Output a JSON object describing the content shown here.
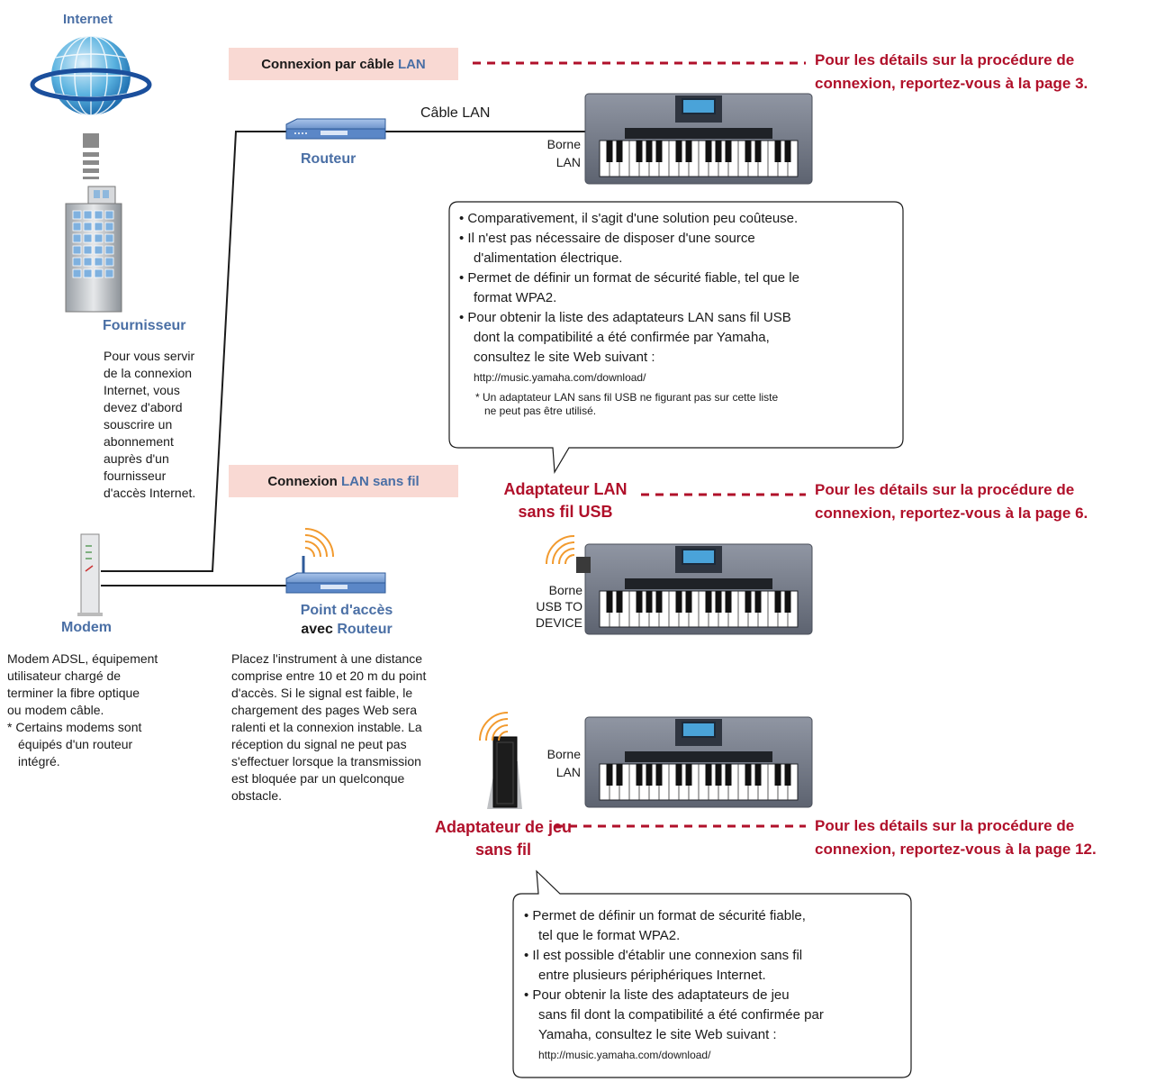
{
  "internet": {
    "label": "Internet"
  },
  "provider": {
    "label": "Fournisseur",
    "desc_lines": [
      "Pour vous servir",
      "de la connexion",
      "Internet, vous",
      "devez d'abord",
      "souscrire un",
      "abonnement",
      "auprès d'un",
      "fournisseur",
      "d'accès Internet."
    ]
  },
  "modem": {
    "label": "Modem",
    "desc_lines": [
      "Modem ADSL, équipement",
      "utilisateur chargé de",
      "terminer la fibre optique",
      "ou modem câble."
    ],
    "note_lines": [
      "* Certains modems sont",
      "équipés d'un routeur",
      "intégré."
    ]
  },
  "wired": {
    "header_prefix": "Connexion par câble ",
    "header_accent": "LAN",
    "router_label": "Routeur",
    "cable_label": "Câble LAN",
    "port_label_1": "Borne",
    "port_label_2": "LAN",
    "details_1": "Pour les détails sur la procédure de",
    "details_2": "connexion, reportez-vous à la page 3."
  },
  "usb_callout": {
    "lines": [
      "• Comparativement, il s'agit d'une solution peu coûteuse.",
      "• Il n'est pas nécessaire de disposer d'une source",
      "d'alimentation électrique.",
      "• Permet de définir un format de sécurité fiable, tel que le",
      "format WPA2.",
      "• Pour obtenir la liste des adaptateurs LAN sans fil USB",
      "dont la compatibilité a été confirmée par Yamaha,",
      "consultez le site Web suivant :"
    ],
    "url": "http://music.yamaha.com/download/",
    "note_1": "* Un adaptateur LAN sans fil USB ne figurant pas sur cette liste",
    "note_2": "ne peut pas être utilisé."
  },
  "wireless": {
    "header_prefix": "Connexion ",
    "header_accent": "LAN sans fil",
    "ap_label_1": "Point d'accès",
    "ap_label_2_prefix": "avec ",
    "ap_label_2_accent": "Routeur",
    "ap_desc_lines": [
      "Placez l'instrument à une distance",
      "comprise entre 10 et 20 m du point",
      "d'accès. Si le signal est faible, le",
      "chargement des pages Web sera",
      "ralenti et la connexion instable. La",
      "réception du signal ne peut pas",
      "s'effectuer lorsque la transmission",
      "est bloquée par un quelconque",
      "obstacle."
    ]
  },
  "usb_adapter": {
    "label_1": "Adaptateur LAN",
    "label_2": "sans fil USB",
    "port_label_1": "Borne",
    "port_label_2": "USB TO",
    "port_label_3": "DEVICE",
    "details_1": "Pour les détails sur la procédure de",
    "details_2": "connexion, reportez-vous à la page 6."
  },
  "game_adapter": {
    "label_1": "Adaptateur de jeu",
    "label_2": "sans fil",
    "port_label_1": "Borne",
    "port_label_2": "LAN",
    "details_1": "Pour les détails sur la procédure de",
    "details_2": "connexion, reportez-vous à la page 12."
  },
  "game_callout": {
    "lines": [
      "• Permet de définir un format de sécurité fiable,",
      "tel que le format WPA2.",
      "• Il est possible d'établir une connexion sans fil",
      "entre plusieurs périphériques Internet.",
      "• Pour obtenir la liste des adaptateurs de jeu",
      "sans fil dont la compatibilité a été confirmée par",
      "Yamaha, consultez le site Web suivant :"
    ],
    "url": "http://music.yamaha.com/download/"
  },
  "colors": {
    "accent_blue": "#4a6fa5",
    "accent_red": "#b0102a",
    "label_bg": "#f9d9d3"
  }
}
